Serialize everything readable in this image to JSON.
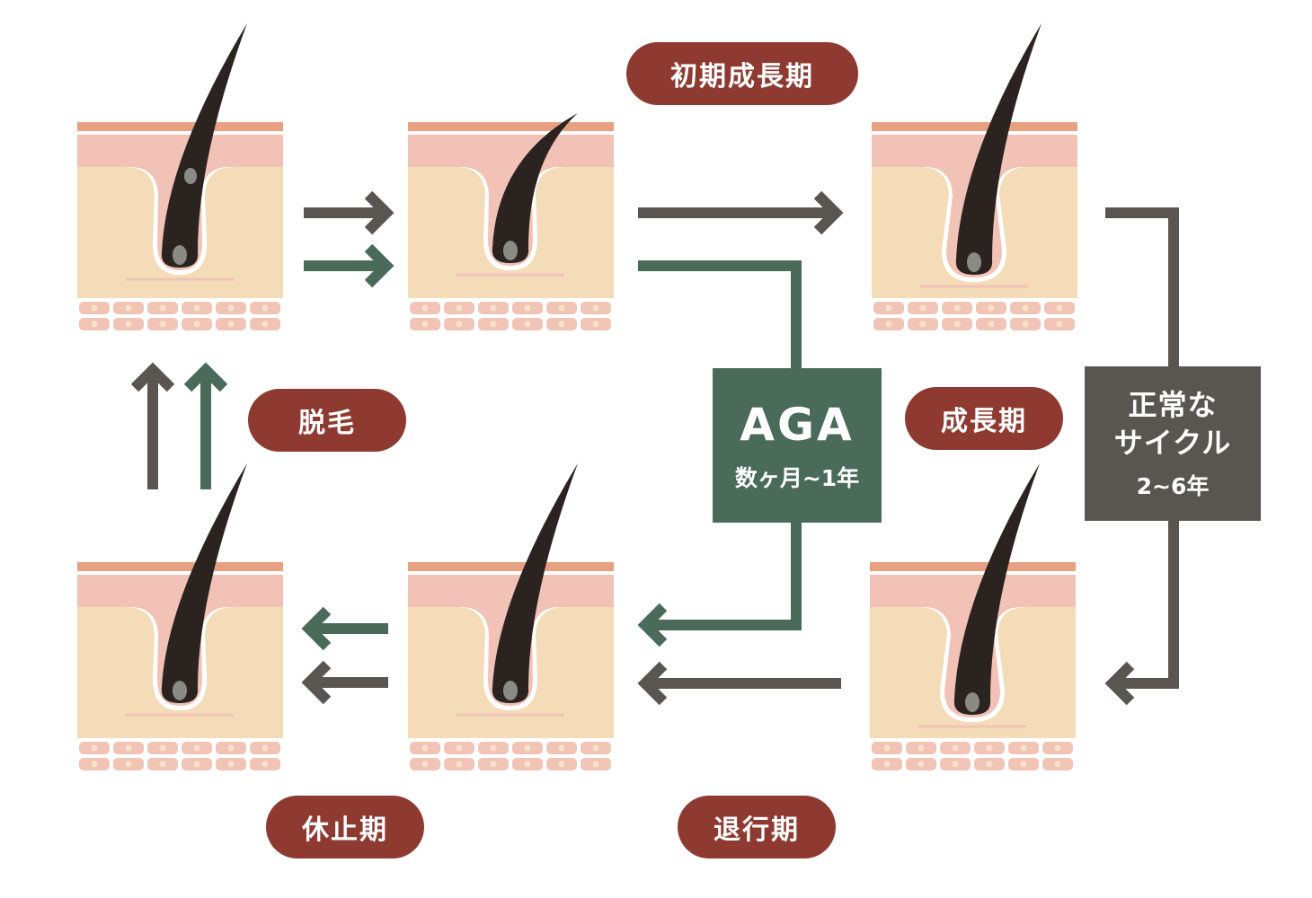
{
  "colors": {
    "dark_arrow": "#595550",
    "green_arrow": "#4a6a5a",
    "label_bg": "#8e3a31",
    "aga_box": "#4a6a5a",
    "normal_box": "#595550",
    "skin_top": "#e8a083",
    "skin_pink": "#f1c2b5",
    "dermis": "#f4dcb9",
    "cells": "#f1c4b5",
    "hair": "#2b2320",
    "bulb": "#8a8a86"
  },
  "stages": {
    "early_growth": "初期成長期",
    "growth": "成長期",
    "regression": "退行期",
    "resting": "休止期",
    "shedding": "脱毛"
  },
  "aga": {
    "title": "AGA",
    "duration": "数ヶ月~1年"
  },
  "normal": {
    "title_line1": "正常な",
    "title_line2": "サイクル",
    "duration": "2~6年"
  }
}
